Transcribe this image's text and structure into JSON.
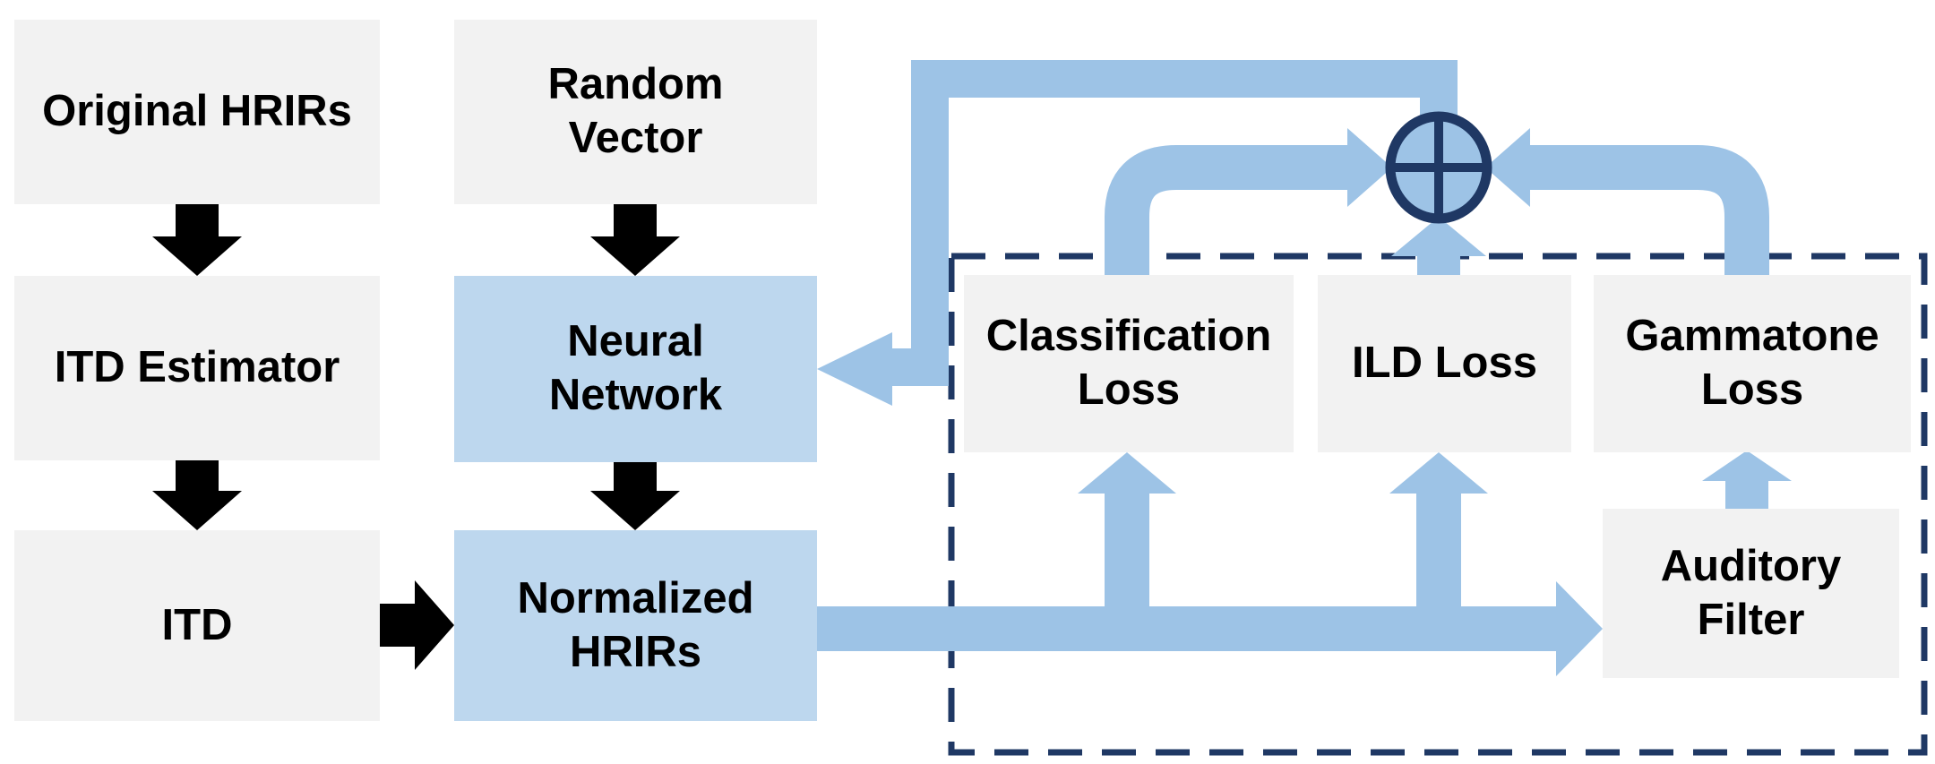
{
  "figure": {
    "title": "HRIR normalization network training diagram",
    "type": "flow-diagram"
  },
  "theme": {
    "bg": "#ffffff",
    "gray_box": "#f2f2f2",
    "blue_box": "#bdd7ee",
    "arrow_blue": "#9dc3e6",
    "navy": "#1f3864",
    "ink": "#000000"
  },
  "nodes": {
    "original_hrirs": {
      "label": "Original HRIRs",
      "style": "gray"
    },
    "itd_estimator": {
      "label": "ITD Estimator",
      "style": "gray"
    },
    "itd": {
      "label": "ITD",
      "style": "gray"
    },
    "random_vector": {
      "label": "Random\nVector",
      "style": "gray"
    },
    "neural_network": {
      "label": "Neural\nNetwork",
      "style": "blue"
    },
    "normalized_hrirs": {
      "label": "Normalized\nHRIRs",
      "style": "blue"
    },
    "classification_loss": {
      "label": "Classification\nLoss",
      "style": "gray"
    },
    "ild_loss": {
      "label": "ILD Loss",
      "style": "gray"
    },
    "gammatone_loss": {
      "label": "Gammatone\nLoss",
      "style": "gray"
    },
    "auditory_filter": {
      "label": "Auditory\nFilter",
      "style": "gray"
    }
  },
  "operator": {
    "name": "sum-junction",
    "symbol": "circled-plus"
  },
  "edges": [
    {
      "from": "original_hrirs",
      "to": "itd_estimator",
      "style": "black-arrow"
    },
    {
      "from": "itd_estimator",
      "to": "itd",
      "style": "black-arrow"
    },
    {
      "from": "itd",
      "to": "normalized_hrirs",
      "style": "black-arrow"
    },
    {
      "from": "random_vector",
      "to": "neural_network",
      "style": "black-arrow"
    },
    {
      "from": "neural_network",
      "to": "normalized_hrirs",
      "style": "black-arrow"
    },
    {
      "from": "normalized_hrirs",
      "to": "auditory_filter",
      "style": "blue-band"
    },
    {
      "from": "normalized_hrirs",
      "to": "classification_loss",
      "style": "blue-band"
    },
    {
      "from": "normalized_hrirs",
      "to": "ild_loss",
      "style": "blue-band"
    },
    {
      "from": "auditory_filter",
      "to": "gammatone_loss",
      "style": "blue-band"
    },
    {
      "from": "classification_loss",
      "to": "sum-junction",
      "style": "blue-band"
    },
    {
      "from": "ild_loss",
      "to": "sum-junction",
      "style": "blue-band"
    },
    {
      "from": "gammatone_loss",
      "to": "sum-junction",
      "style": "blue-band"
    },
    {
      "from": "sum-junction",
      "to": "neural_network",
      "style": "blue-band-feedback"
    }
  ],
  "groups": {
    "loss_group": {
      "border": "dashed-navy",
      "members": [
        "classification_loss",
        "ild_loss",
        "gammatone_loss",
        "auditory_filter"
      ]
    }
  }
}
